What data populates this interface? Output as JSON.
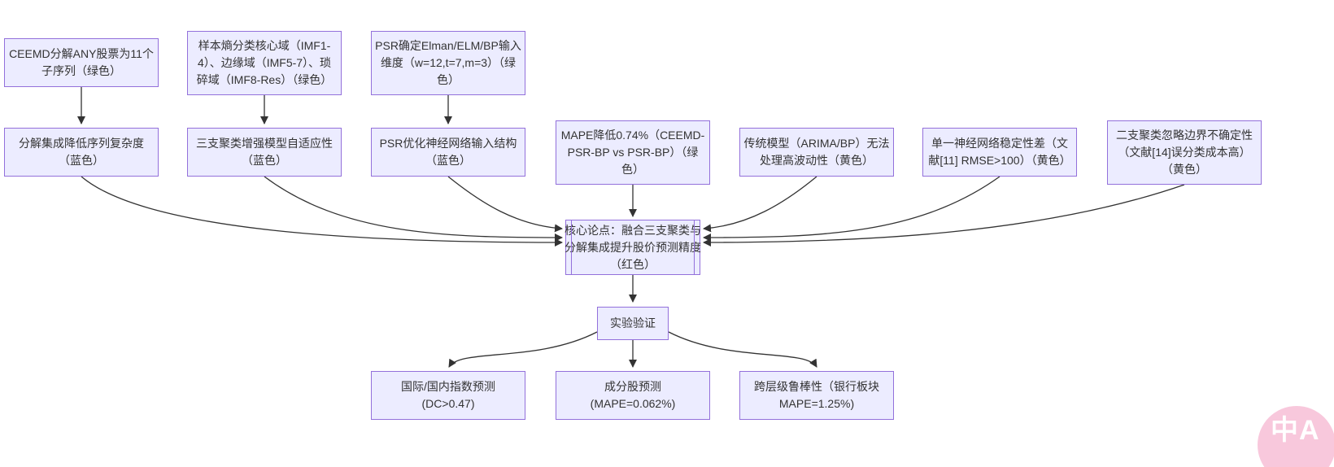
{
  "colors": {
    "node_fill": "#ECECFF",
    "node_border": "#9370DB",
    "edge": "#333333",
    "text": "#333333",
    "watermark_bg": "#F8C8DC",
    "watermark_text": "#FFFFFF"
  },
  "nodes": {
    "ceemd": {
      "lines": [
        "CEEMD分解ANY股票为11个",
        "子序列（绿色）"
      ]
    },
    "sample_entropy": {
      "lines": [
        "样本熵分类核心域（IMF1-",
        "4）、边缘域（IMF5-7）、琐",
        "碎域（IMF8-Res）（绿色）"
      ]
    },
    "psr_dimension": {
      "lines": [
        "PSR确定Elman/ELM/BP输入",
        "维度（w=12,t=7,m=3）（绿",
        "色）"
      ]
    },
    "decompose_complexity": {
      "lines": [
        "分解集成降低序列复杂度",
        "（蓝色）"
      ]
    },
    "three_way_adaptivity": {
      "lines": [
        "三支聚类增强模型自适应性",
        "（蓝色）"
      ]
    },
    "psr_structure": {
      "lines": [
        "PSR优化神经网络输入结构",
        "（蓝色）"
      ]
    },
    "mape_improvement": {
      "lines": [
        "MAPE降低0.74%（CEEMD-",
        "PSR-BP vs PSR-BP）（绿",
        "色）"
      ]
    },
    "traditional_limit": {
      "lines": [
        "传统模型（ARIMA/BP）无法",
        "处理高波动性（黄色）"
      ]
    },
    "single_nn_unstable": {
      "lines": [
        "单一神经网络稳定性差（文",
        "献[11] RMSE>100）（黄色）"
      ]
    },
    "two_way_limit": {
      "lines": [
        "二支聚类忽略边界不确定性",
        "（文献[14]误分类成本高）",
        "（黄色）"
      ]
    },
    "core_thesis": {
      "lines": [
        "核心论点：融合三支聚类与",
        "分解集成提升股价预测精度",
        "（红色）"
      ]
    },
    "experiment": {
      "lines": [
        "实验验证"
      ]
    },
    "index_prediction": {
      "lines": [
        "国际/国内指数预测",
        "(DC>0.47)"
      ]
    },
    "constituent_prediction": {
      "lines": [
        "成分股预测",
        "(MAPE=0.062%)"
      ]
    },
    "robustness": {
      "lines": [
        "跨层级鲁棒性（银行板块",
        "MAPE=1.25%)"
      ]
    }
  },
  "watermark": {
    "text": "中A"
  }
}
